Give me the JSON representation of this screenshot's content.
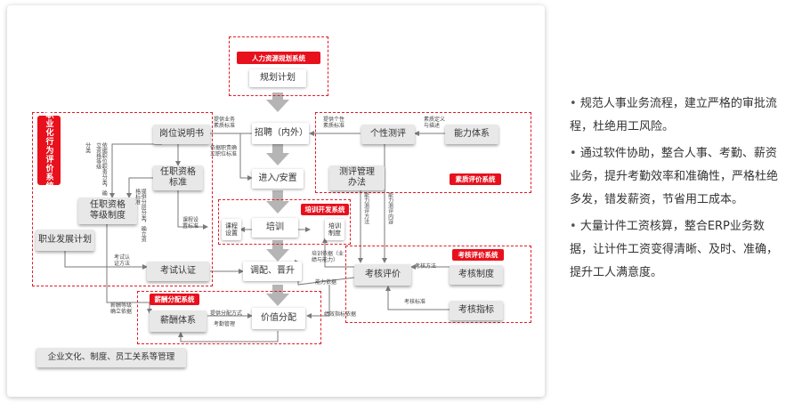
{
  "tags": {
    "planning": "人力资源规划系统",
    "professional": "职业化行为评价系统",
    "quality": "素质评价系统",
    "training": "培训开发系统",
    "assessment": "考核评价系统",
    "salary": "薪酬分配系统"
  },
  "boxes": {
    "plan": "规划计划",
    "job_desc": "岗位说明书",
    "recruit": "招聘（内外）",
    "personality": "个性测评",
    "competency": "能力体系",
    "qualification_std": "任职资格\n标准",
    "placement": "进入/安置",
    "test_mgmt": "测评管理\n办法",
    "qualification_level": "任职资格\n等级制度",
    "course": "课程\n设置",
    "training": "培训",
    "training_sys": "培训\n制度",
    "career": "职业发展计划",
    "exam": "考试认证",
    "transfer": "调配、晋升",
    "appraisal": "考核评价",
    "appraisal_sys": "考核制度",
    "appraisal_index": "考核指标",
    "salary_sys": "薪酬体系",
    "value_dist": "价值分配",
    "culture": "企业文化、制度、员工关系等管理"
  },
  "annotations": {
    "a1": "提供业务\n素质标准",
    "a2": "提供个性\n素质标准",
    "a3": "素质定义\n与描述",
    "a4": "依据职责确\n立职位标准",
    "a5": "依据职位职责分类，确立资格等级",
    "a6": "提供分层分类，确立资格标准",
    "a7": "分类",
    "a8": "课程设\n置标准",
    "a9": "能力测评方法",
    "a10": "能力测评内容",
    "a11": "培训依据（业\n绩与能力）",
    "a12": "考试认\n证方法",
    "a13": "考核方法",
    "a14": "能力依据",
    "a15": "考核标准",
    "a16": "薪酬等级\n确立依据",
    "a17": "提供分配方式",
    "a18": "考勤管理",
    "a19": "绩效指标依据"
  },
  "bullets": [
    "规范人事业务流程，建立严格的审批流程，杜绝用工风险。",
    "通过软件协助，整合人事、考勤、薪资业务，提升考勤效率和准确性，严格杜绝多发，错发薪资，节省用工成本。",
    "大量计件工资核算，整合ERP业务数据，让计件工资变得清晰、及时、准确，提升工人满意度。"
  ],
  "colors": {
    "accent": "#e8101c",
    "box": "#e8e8e8",
    "arrow": "#b5b5b5",
    "line": "#7a7a7a"
  }
}
